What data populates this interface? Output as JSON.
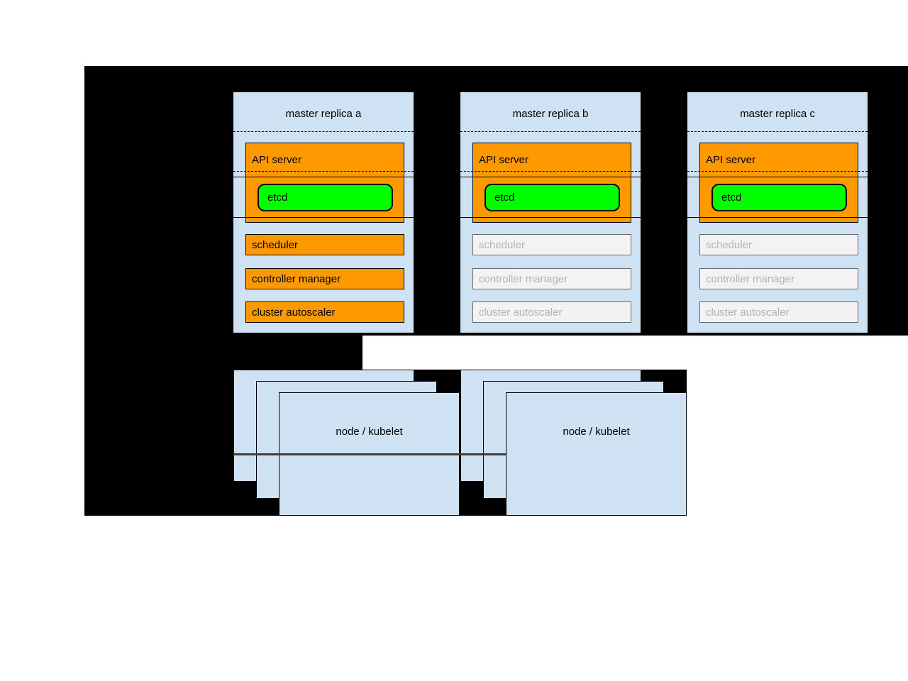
{
  "diagram": {
    "masters": [
      {
        "title": "master replica a",
        "api_server_label": "API server",
        "etcd_label": "etcd",
        "components": [
          {
            "label": "scheduler",
            "state": "active"
          },
          {
            "label": "controller manager",
            "state": "active"
          },
          {
            "label": "cluster autoscaler",
            "state": "active"
          }
        ]
      },
      {
        "title": "master replica b",
        "api_server_label": "API server",
        "etcd_label": "etcd",
        "components": [
          {
            "label": "scheduler",
            "state": "inactive"
          },
          {
            "label": "controller manager",
            "state": "inactive"
          },
          {
            "label": "cluster autoscaler",
            "state": "inactive"
          }
        ]
      },
      {
        "title": "master replica c",
        "api_server_label": "API server",
        "etcd_label": "etcd",
        "components": [
          {
            "label": "scheduler",
            "state": "inactive"
          },
          {
            "label": "controller manager",
            "state": "inactive"
          },
          {
            "label": "cluster autoscaler",
            "state": "inactive"
          }
        ]
      }
    ],
    "node_groups": [
      {
        "label": "node / kubelet"
      },
      {
        "label": "node / kubelet"
      }
    ],
    "colors": {
      "background_black": "#000000",
      "box_blue": "#cfe2f3",
      "active_orange": "#ff9900",
      "etcd_green": "#00ff00",
      "inactive_fill": "#f3f3f3",
      "inactive_text": "#b3b3b3",
      "connector_line": "#3d3d3d"
    }
  }
}
